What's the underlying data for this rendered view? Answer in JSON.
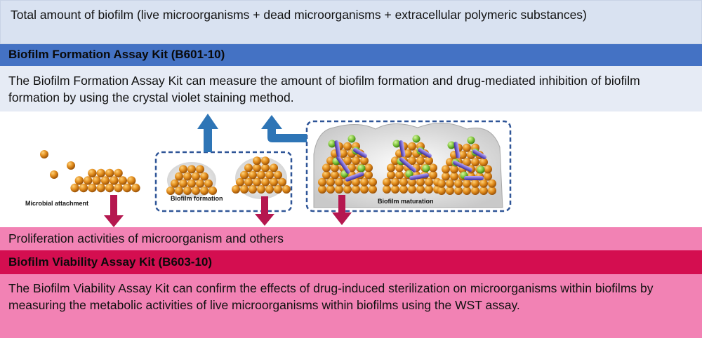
{
  "top_box": {
    "text": "Total amount of biofilm (live microorganisms + dead microorganisms + extracellular polymeric substances)"
  },
  "formation_kit": {
    "title": "Biofilm Formation Assay Kit (B601-10)",
    "description": "The Biofilm Formation Assay Kit can measure the amount of biofilm formation and drug-mediated inhibition of biofilm formation by using the crystal violet staining method."
  },
  "stages": {
    "attachment": "Microbial attachment",
    "formation": "Biofilm formation",
    "maturation": "Biofilm maturation"
  },
  "proliferation": {
    "text": "Proliferation activities of microorganism and others"
  },
  "viability_kit": {
    "title": "Biofilm Viability Assay Kit (B603-10)",
    "description": "The Biofilm Viability Assay Kit can confirm the effects of drug-induced sterilization on microorganisms within biofilms by measuring the metabolic activities of live microorganisms within biofilms using the WST assay."
  },
  "colors": {
    "blue_header": "#4472c4",
    "blue_arrow": "#2e75b6",
    "red_header": "#d40e50",
    "pink_box": "#f282b4",
    "down_arrow": "#b5174f",
    "microbe": "#e08a1a",
    "dashed_border": "#2f5597"
  },
  "icons": {
    "up_arrow": "arrow-up-icon",
    "bent_arrow": "arrow-bent-up-icon",
    "down_arrow": "arrow-down-icon",
    "microbe": "microorganism-icon"
  }
}
